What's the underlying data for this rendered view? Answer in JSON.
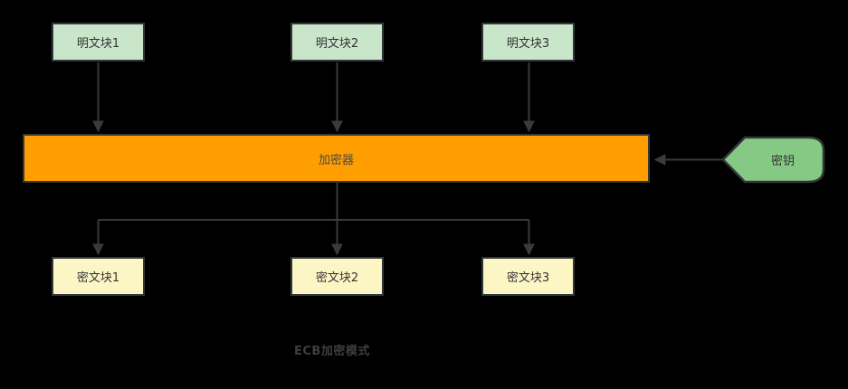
{
  "diagram": {
    "caption": "ECB加密模式",
    "plaintext_blocks": [
      {
        "label": "明文块1"
      },
      {
        "label": "明文块2"
      },
      {
        "label": "明文块3"
      }
    ],
    "encryptor": {
      "label": "加密器"
    },
    "key": {
      "label": "密钥"
    },
    "ciphertext_blocks": [
      {
        "label": "密文块1"
      },
      {
        "label": "密文块2"
      },
      {
        "label": "密文块3"
      }
    ],
    "colors": {
      "background": "#000000",
      "plaintext_fill": "#c9e5ca",
      "ciphertext_fill": "#fcf5c4",
      "encryptor_fill": "#ff9e00",
      "key_fill": "#85c985",
      "shape_border": "#33383c",
      "connector": "#3a3a3a"
    }
  }
}
